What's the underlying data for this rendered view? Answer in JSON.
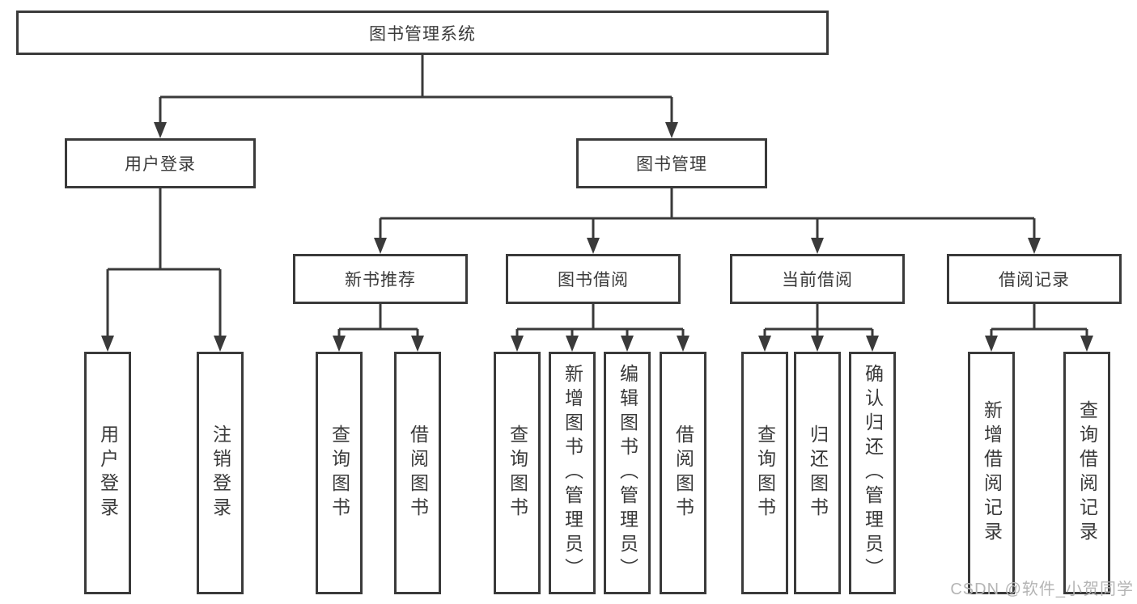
{
  "title": {
    "root": "图书管理系统"
  },
  "level2": {
    "user_login": "用户登录",
    "book_mgmt": "图书管理"
  },
  "level3": {
    "new_book": "新书推荐",
    "borrowing": "图书借阅",
    "current": "当前借阅",
    "records": "借阅记录"
  },
  "leaves": {
    "user_login": "用户登录",
    "logout": "注销登录",
    "rec_query": "查询图书",
    "rec_borrow": "借阅图书",
    "bor_query": "查询图书",
    "bor_add": "新增图书（管理员）",
    "bor_edit": "编辑图书（管理员）",
    "bor_borrow": "借阅图书",
    "cur_query": "查询图书",
    "cur_return": "归还图书",
    "cur_confirm": "确认归还（管理员）",
    "log_add": "新增借阅记录",
    "log_query": "查询借阅记录"
  },
  "watermark": "CSDN @软件_小贺同学",
  "colors": {
    "line": "#3a3a3a",
    "text": "#3a3a3a",
    "background": "#ffffff",
    "watermark": "#b5b5b5"
  }
}
